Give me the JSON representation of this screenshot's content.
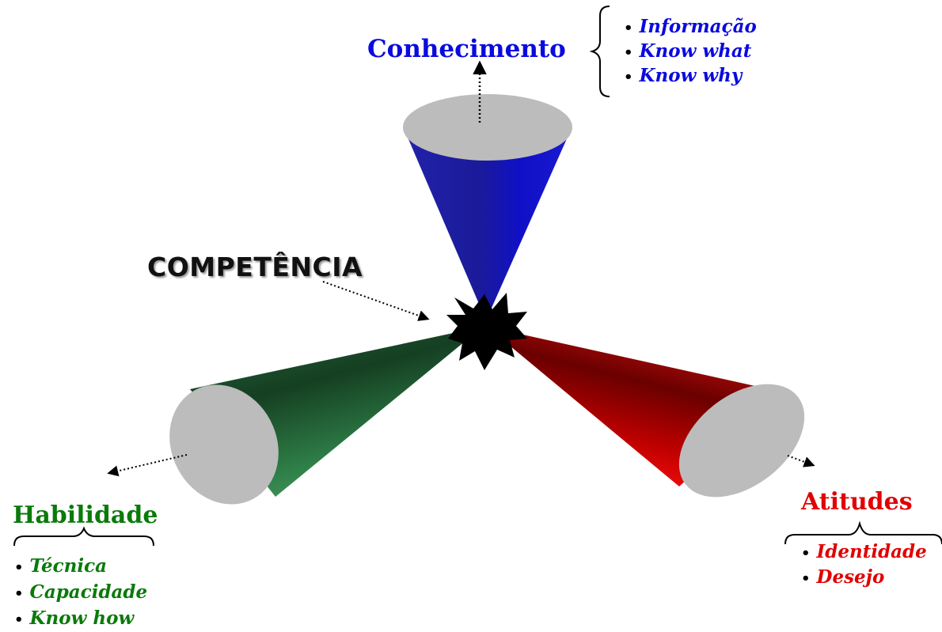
{
  "central_label": "COMPETÊNCIA",
  "conhecimento": {
    "title": "Conhecimento",
    "color": "#0a0ae0",
    "items": [
      "Informação",
      "Know  what",
      "Know  why"
    ]
  },
  "habilidade": {
    "title": "Habilidade",
    "color": "#0a7a0a",
    "items": [
      "Técnica",
      "Capacidade",
      "Know  how"
    ]
  },
  "atitudes": {
    "title": "Atitudes",
    "color": "#e00000",
    "items": [
      "Identidade",
      "Desejo"
    ]
  },
  "bullet_char": "•"
}
